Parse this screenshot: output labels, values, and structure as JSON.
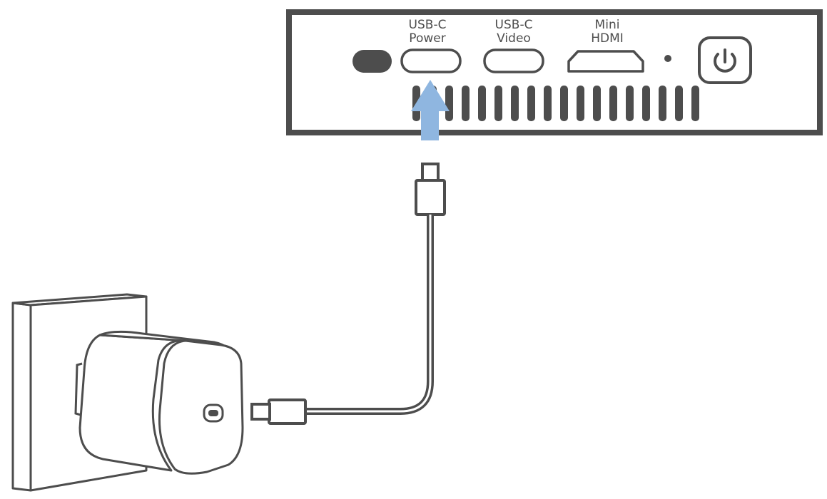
{
  "ports": [
    {
      "line1": "USB-C",
      "line2": "Power"
    },
    {
      "line1": "USB-C",
      "line2": "Video"
    },
    {
      "line1": "Mini",
      "line2": "HDMI"
    }
  ],
  "icons": {
    "power_button": "power-icon",
    "direction_arrow": "arrow-up-icon",
    "adapter_port": "usb-c-port-icon"
  },
  "colors": {
    "outline": "#4d4d4d",
    "arrow": "#8fb6e0"
  }
}
